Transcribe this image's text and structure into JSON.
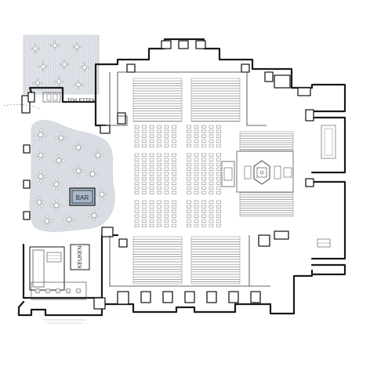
{
  "labels": {
    "toiletten": "TOILETTEN",
    "bar": "BAR",
    "keuken": "KEUKEN"
  },
  "colors": {
    "lounge_fill": "#d9dde3",
    "terrace_fill": "#e4e7ec",
    "bar_fill": "#a7b6c8",
    "wall_stroke": "#1a1a1a"
  }
}
